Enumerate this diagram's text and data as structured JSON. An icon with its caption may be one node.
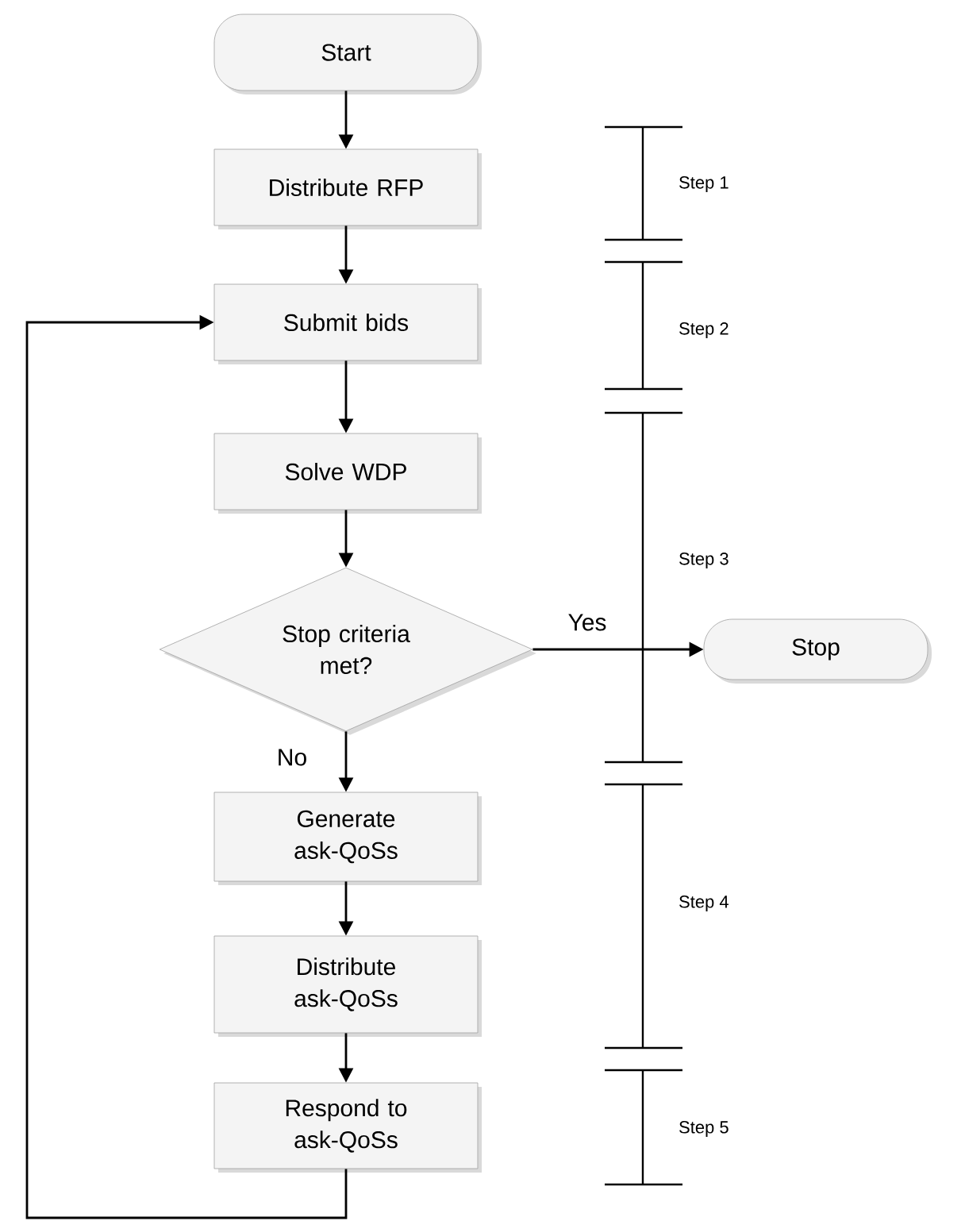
{
  "diagram": {
    "nodes": [
      {
        "text": [
          "Start"
        ]
      },
      {
        "text": [
          "Distribute RFP"
        ]
      },
      {
        "text": [
          "Submit bids"
        ]
      },
      {
        "text": [
          "Solve WDP"
        ]
      },
      {
        "text": [
          "Stop criteria met?"
        ]
      },
      {
        "text": [
          "Stop"
        ]
      },
      {
        "text": [
          "Generate ask-QoSs"
        ]
      },
      {
        "text": [
          "Distribute ask-QoSs"
        ]
      },
      {
        "text": [
          "Respond to ask-QoSs"
        ]
      }
    ],
    "edges": [
      {
        "from": 0,
        "to": 1,
        "arrow": "to"
      },
      {
        "from": 1,
        "to": 2,
        "arrow": "to"
      },
      {
        "from": 2,
        "to": 3,
        "arrow": "to"
      },
      {
        "from": 3,
        "to": 4,
        "arrow": "to"
      },
      {
        "from": 4,
        "to": 5,
        "arrow": "to",
        "label": "Yes"
      },
      {
        "from": 4,
        "to": 6,
        "arrow": "to",
        "label": "No"
      },
      {
        "from": 6,
        "to": 7,
        "arrow": "to"
      },
      {
        "from": 7,
        "to": 8,
        "arrow": "to"
      },
      {
        "from": 8,
        "to": 2,
        "arrow": "to"
      }
    ],
    "labels": [
      "Step 1",
      "Step 2",
      "Step 3",
      "Step 4",
      "Step 5"
    ]
  }
}
